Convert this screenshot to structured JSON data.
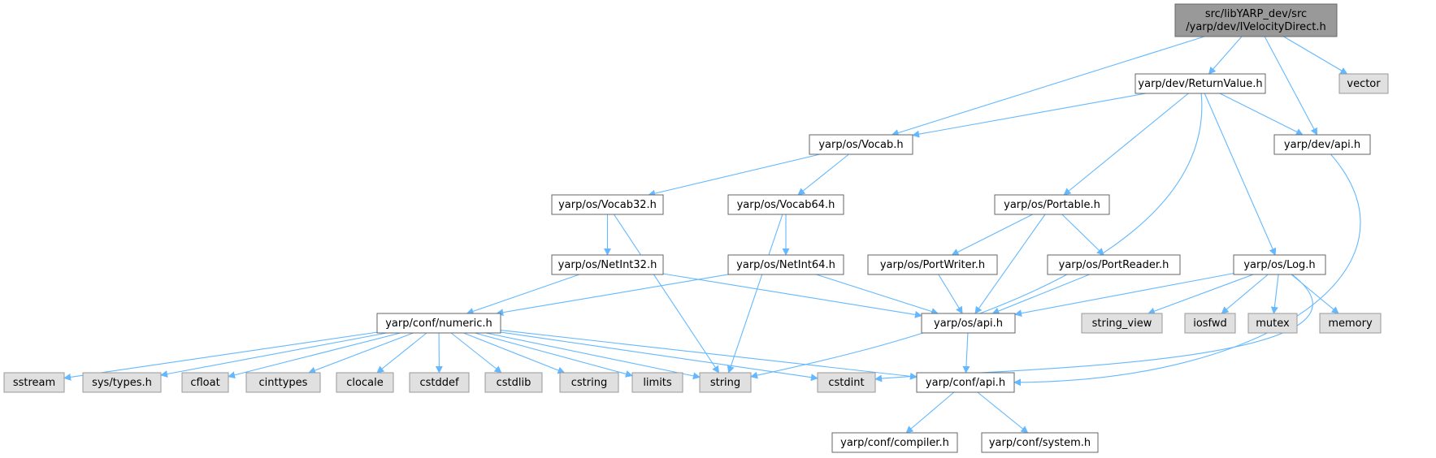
{
  "diagram": {
    "type": "include-dependency-graph",
    "colors": {
      "root_fill": "#999999",
      "header_fill": "#ffffff",
      "system_fill": "#e0e0e0",
      "header_stroke": "#666666",
      "system_stroke": "#999999",
      "edge": "#63b8ff"
    },
    "nodes": [
      {
        "id": "root",
        "kind": "root",
        "lines": [
          "src/libYARP_dev/src",
          "/yarp/dev/IVelocityDirect.h"
        ]
      },
      {
        "id": "returnvalue",
        "kind": "header",
        "lines": [
          "yarp/dev/ReturnValue.h"
        ]
      },
      {
        "id": "vector",
        "kind": "system",
        "lines": [
          "vector"
        ]
      },
      {
        "id": "vocab",
        "kind": "header",
        "lines": [
          "yarp/os/Vocab.h"
        ]
      },
      {
        "id": "devapi",
        "kind": "header",
        "lines": [
          "yarp/dev/api.h"
        ]
      },
      {
        "id": "vocab32",
        "kind": "header",
        "lines": [
          "yarp/os/Vocab32.h"
        ]
      },
      {
        "id": "vocab64",
        "kind": "header",
        "lines": [
          "yarp/os/Vocab64.h"
        ]
      },
      {
        "id": "portable",
        "kind": "header",
        "lines": [
          "yarp/os/Portable.h"
        ]
      },
      {
        "id": "netint32",
        "kind": "header",
        "lines": [
          "yarp/os/NetInt32.h"
        ]
      },
      {
        "id": "netint64",
        "kind": "header",
        "lines": [
          "yarp/os/NetInt64.h"
        ]
      },
      {
        "id": "portwriter",
        "kind": "header",
        "lines": [
          "yarp/os/PortWriter.h"
        ]
      },
      {
        "id": "portreader",
        "kind": "header",
        "lines": [
          "yarp/os/PortReader.h"
        ]
      },
      {
        "id": "log",
        "kind": "header",
        "lines": [
          "yarp/os/Log.h"
        ]
      },
      {
        "id": "numeric",
        "kind": "header",
        "lines": [
          "yarp/conf/numeric.h"
        ]
      },
      {
        "id": "osapi",
        "kind": "header",
        "lines": [
          "yarp/os/api.h"
        ]
      },
      {
        "id": "string_view",
        "kind": "system",
        "lines": [
          "string_view"
        ]
      },
      {
        "id": "iosfwd",
        "kind": "system",
        "lines": [
          "iosfwd"
        ]
      },
      {
        "id": "mutex",
        "kind": "system",
        "lines": [
          "mutex"
        ]
      },
      {
        "id": "memory",
        "kind": "system",
        "lines": [
          "memory"
        ]
      },
      {
        "id": "sstream",
        "kind": "system",
        "lines": [
          "sstream"
        ]
      },
      {
        "id": "systypes",
        "kind": "system",
        "lines": [
          "sys/types.h"
        ]
      },
      {
        "id": "cfloat",
        "kind": "system",
        "lines": [
          "cfloat"
        ]
      },
      {
        "id": "cinttypes",
        "kind": "system",
        "lines": [
          "cinttypes"
        ]
      },
      {
        "id": "clocale",
        "kind": "system",
        "lines": [
          "clocale"
        ]
      },
      {
        "id": "cstddef",
        "kind": "system",
        "lines": [
          "cstddef"
        ]
      },
      {
        "id": "cstdlib",
        "kind": "system",
        "lines": [
          "cstdlib"
        ]
      },
      {
        "id": "cstring",
        "kind": "system",
        "lines": [
          "cstring"
        ]
      },
      {
        "id": "limits",
        "kind": "system",
        "lines": [
          "limits"
        ]
      },
      {
        "id": "string",
        "kind": "system",
        "lines": [
          "string"
        ]
      },
      {
        "id": "cstdint",
        "kind": "system",
        "lines": [
          "cstdint"
        ]
      },
      {
        "id": "confapi",
        "kind": "header",
        "lines": [
          "yarp/conf/api.h"
        ]
      },
      {
        "id": "compiler",
        "kind": "header",
        "lines": [
          "yarp/conf/compiler.h"
        ]
      },
      {
        "id": "system",
        "kind": "header",
        "lines": [
          "yarp/conf/system.h"
        ]
      }
    ],
    "edges": [
      {
        "from": "root",
        "to": "returnvalue"
      },
      {
        "from": "root",
        "to": "vocab"
      },
      {
        "from": "root",
        "to": "devapi"
      },
      {
        "from": "root",
        "to": "vector"
      },
      {
        "from": "returnvalue",
        "to": "vocab"
      },
      {
        "from": "returnvalue",
        "to": "devapi"
      },
      {
        "from": "returnvalue",
        "to": "portable"
      },
      {
        "from": "returnvalue",
        "to": "log"
      },
      {
        "from": "returnvalue",
        "to": "string"
      },
      {
        "from": "vocab",
        "to": "vocab32"
      },
      {
        "from": "vocab",
        "to": "vocab64"
      },
      {
        "from": "devapi",
        "to": "confapi"
      },
      {
        "from": "vocab32",
        "to": "netint32"
      },
      {
        "from": "vocab32",
        "to": "string"
      },
      {
        "from": "vocab64",
        "to": "netint64"
      },
      {
        "from": "vocab64",
        "to": "string"
      },
      {
        "from": "netint32",
        "to": "numeric"
      },
      {
        "from": "netint32",
        "to": "osapi"
      },
      {
        "from": "netint64",
        "to": "numeric"
      },
      {
        "from": "netint64",
        "to": "osapi"
      },
      {
        "from": "portable",
        "to": "portwriter"
      },
      {
        "from": "portable",
        "to": "portreader"
      },
      {
        "from": "portable",
        "to": "osapi"
      },
      {
        "from": "portwriter",
        "to": "osapi"
      },
      {
        "from": "portreader",
        "to": "osapi"
      },
      {
        "from": "log",
        "to": "osapi"
      },
      {
        "from": "log",
        "to": "string_view"
      },
      {
        "from": "log",
        "to": "iosfwd"
      },
      {
        "from": "log",
        "to": "mutex"
      },
      {
        "from": "log",
        "to": "memory"
      },
      {
        "from": "log",
        "to": "cstdint"
      },
      {
        "from": "numeric",
        "to": "sstream"
      },
      {
        "from": "numeric",
        "to": "systypes"
      },
      {
        "from": "numeric",
        "to": "cfloat"
      },
      {
        "from": "numeric",
        "to": "cinttypes"
      },
      {
        "from": "numeric",
        "to": "clocale"
      },
      {
        "from": "numeric",
        "to": "cstddef"
      },
      {
        "from": "numeric",
        "to": "cstdlib"
      },
      {
        "from": "numeric",
        "to": "cstring"
      },
      {
        "from": "numeric",
        "to": "limits"
      },
      {
        "from": "numeric",
        "to": "string"
      },
      {
        "from": "numeric",
        "to": "cstdint"
      },
      {
        "from": "numeric",
        "to": "confapi"
      },
      {
        "from": "osapi",
        "to": "confapi"
      },
      {
        "from": "confapi",
        "to": "compiler"
      },
      {
        "from": "confapi",
        "to": "system"
      }
    ]
  }
}
